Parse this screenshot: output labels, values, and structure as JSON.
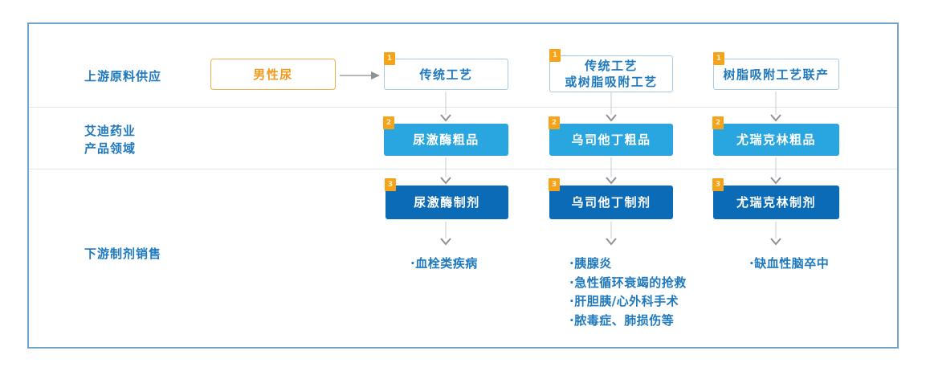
{
  "diagram": {
    "rows": {
      "upstream": {
        "label": "上游原料供应"
      },
      "company": {
        "line1": "艾迪药业",
        "line2": "产品领域"
      },
      "downstream": {
        "label": "下游制剂销售"
      }
    },
    "source": {
      "label": "男性尿"
    },
    "columns": [
      {
        "process_badge": "1",
        "process": "传统工艺",
        "crude_badge": "2",
        "crude": "尿激酶粗品",
        "formulation_badge": "3",
        "formulation": "尿激酶制剂",
        "indications": [
          "·血栓类疾病"
        ]
      },
      {
        "process_badge": "1",
        "process_line1": "传统工艺",
        "process_line2": "或树脂吸附工艺",
        "crude_badge": "2",
        "crude": "乌司他丁粗品",
        "formulation_badge": "3",
        "formulation": "乌司他丁制剂",
        "indications": [
          "·胰腺炎",
          "·急性循环衰竭的抢救",
          "·肝胆胰/心外科手术",
          "·脓毒症、肺损伤等"
        ]
      },
      {
        "process_badge": "1",
        "process": "树脂吸附工艺联产",
        "crude_badge": "2",
        "crude": "尤瑞克林粗品",
        "formulation_badge": "3",
        "formulation": "尤瑞克林制剂",
        "indications": [
          "·缺血性脑卒中"
        ]
      }
    ],
    "colors": {
      "frame_border": "#6FA3C9",
      "divider": "#DCE5ED",
      "label_blue": "#1E79BE",
      "process_box_border": "#A5C9E2",
      "crude_fill": "#29A6E0",
      "formulation_fill": "#0B6BB7",
      "badge_orange": "#F5A31B",
      "source_orange": "#F29A1F",
      "arrow_gray": "#8E9294"
    }
  }
}
